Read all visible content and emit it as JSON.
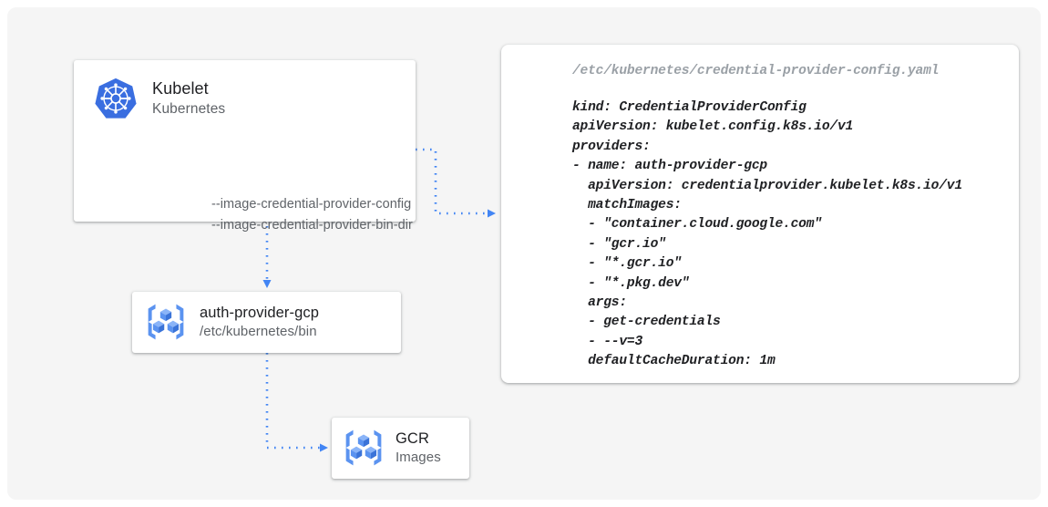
{
  "canvas": {
    "background": "#f5f5f5",
    "page_background": "#ffffff",
    "accent_color": "#4285f4",
    "title_color": "#202124",
    "muted_color": "#5f6368",
    "path_color": "#9aa0a6"
  },
  "nodes": {
    "kubelet": {
      "icon": "kubernetes-logo-icon",
      "title": "Kubelet",
      "subtitle": "Kubernetes",
      "flags": [
        "--image-credential-provider-config",
        "--image-credential-provider-bin-dir"
      ]
    },
    "auth_provider": {
      "icon": "artifact-registry-icon",
      "title": "auth-provider-gcp",
      "subtitle": "/etc/kubernetes/bin"
    },
    "gcr": {
      "icon": "artifact-registry-icon",
      "title": "GCR",
      "subtitle": "Images"
    }
  },
  "yaml_card": {
    "file_path": "/etc/kubernetes/credential-provider-config.yaml",
    "lines": [
      "kind: CredentialProviderConfig",
      "apiVersion: kubelet.config.k8s.io/v1",
      "providers:",
      "- name: auth-provider-gcp",
      "  apiVersion: credentialprovider.kubelet.k8s.io/v1",
      "  matchImages:",
      "  - \"container.cloud.google.com\"",
      "  - \"gcr.io\"",
      "  - \"*.gcr.io\"",
      "  - \"*.pkg.dev\"",
      "  args:",
      "  - get-credentials",
      "  - --v=3",
      "  defaultCacheDuration: 1m"
    ]
  },
  "connectors": [
    {
      "name": "kubelet-to-yaml",
      "from": "kubelet",
      "to": "yaml_card",
      "style": "dotted",
      "arrow": "right"
    },
    {
      "name": "kubelet-to-auth-provider",
      "from": "kubelet",
      "to": "auth_provider",
      "style": "dotted",
      "arrow": "down"
    },
    {
      "name": "auth-provider-to-gcr",
      "from": "auth_provider",
      "to": "gcr",
      "style": "dotted",
      "arrow": "right"
    }
  ]
}
